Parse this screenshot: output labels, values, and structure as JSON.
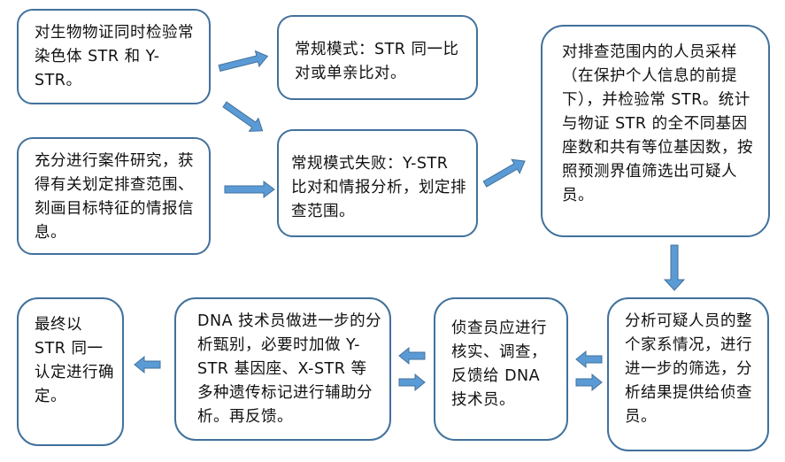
{
  "colors": {
    "box_border": "#41719c",
    "arrow_fill": "#5b9bd5",
    "arrow_stroke": "#41719c",
    "text": "#111111"
  },
  "boxes": {
    "b1": "对生物物证同时检验常染色体 STR 和 Y-STR。",
    "b2": "充分进行案件研究，获得有关划定排查范围、刻画目标特征的情报信息。",
    "b3": "常规模式：STR 同一比对或单亲比对。",
    "b4": "常规模式失败：Y-STR 比对和情报分析，划定排查范围。",
    "b5": "对排查范围内的人员采样（在保护个人信息的前提下），并检验常 STR。统计与物证 STR 的全不同基因座数和共有等位基因数，按照预测界值筛选出可疑人员。",
    "b6": "分析可疑人员的整个家系情况，进行进一步的筛选，分析结果提供给侦查员。",
    "b7": "侦查员应进行核实、调查，反馈给 DNA 技术员。",
    "b8": "DNA 技术员做进一步的分析甄别，必要时加做 Y-STR 基因座、X-STR 等多种遗传标记进行辅助分析。再反馈。",
    "b9": "最终以 STR 同一认定进行确定。"
  }
}
